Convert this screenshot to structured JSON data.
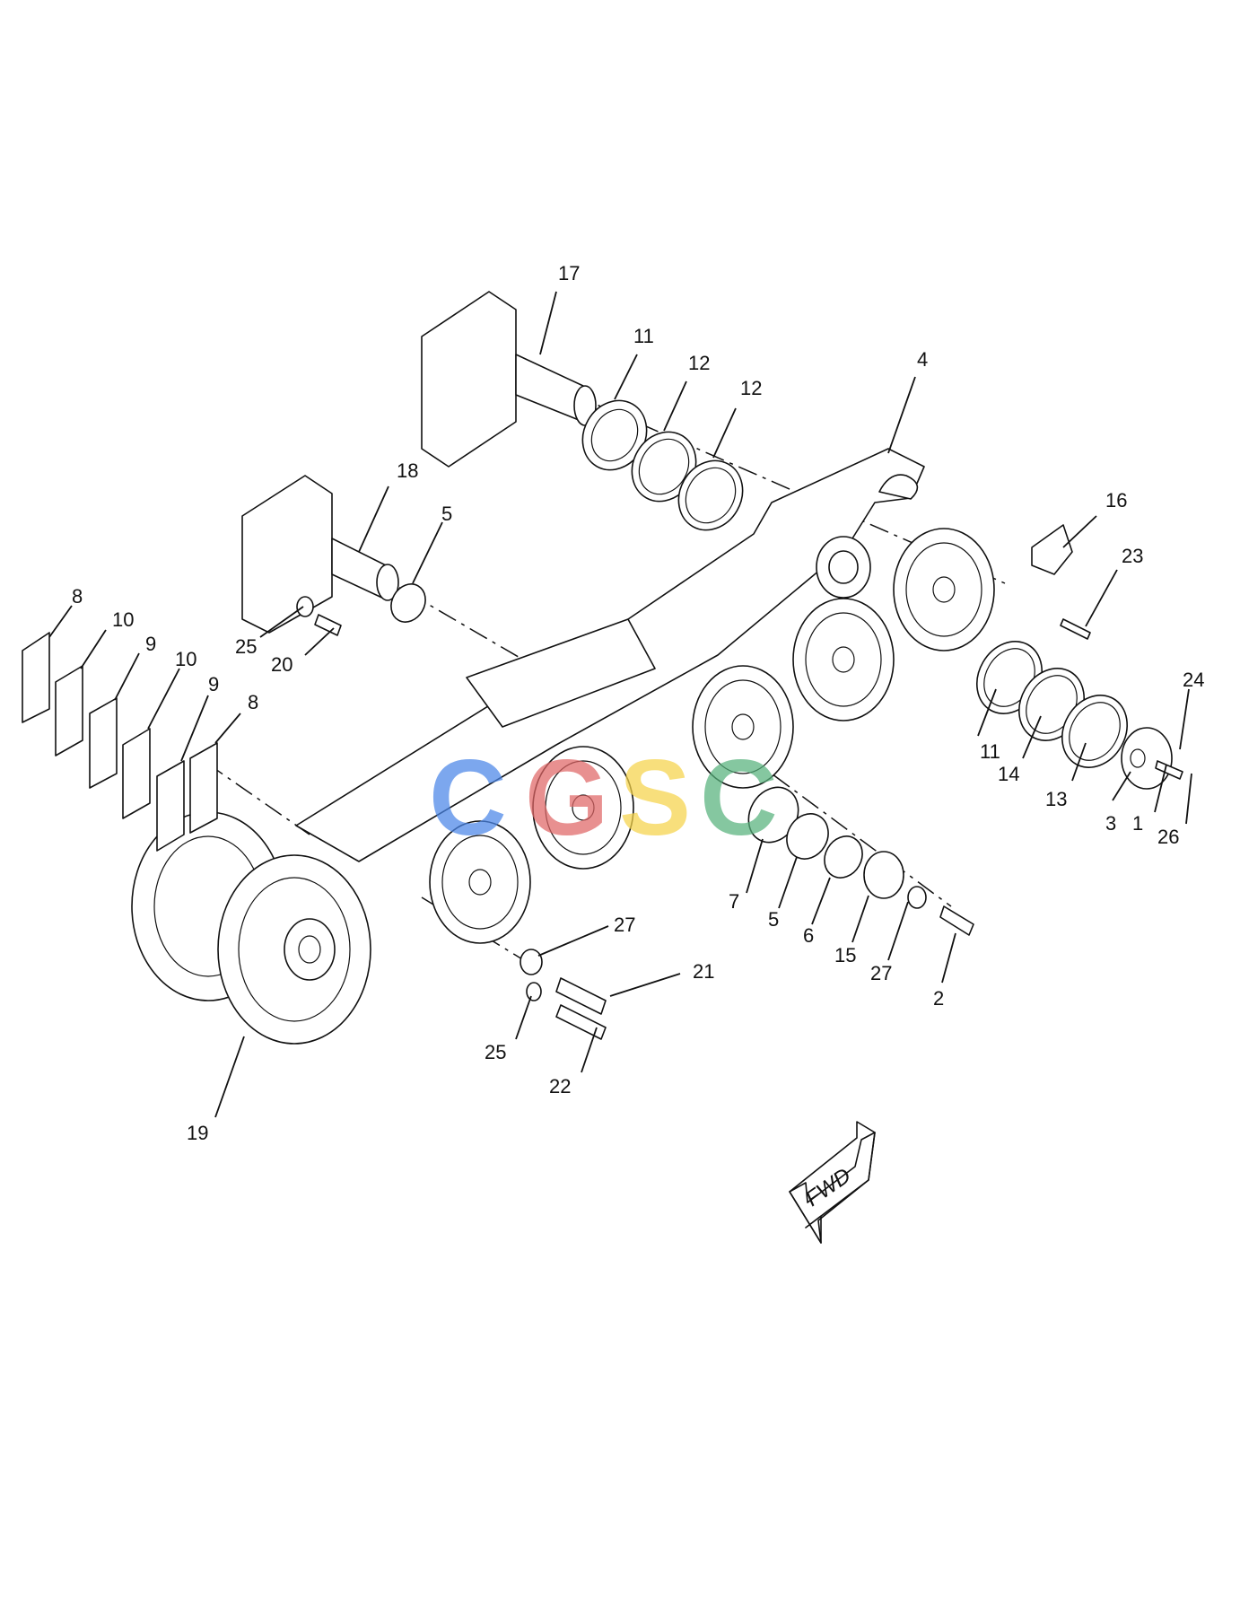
{
  "watermark": {
    "letters": [
      "C",
      "G",
      "S",
      "C"
    ],
    "colors": [
      "#4a86e8",
      "#e06666",
      "#f6d44a",
      "#57b27c"
    ]
  },
  "callouts": {
    "c17": "17",
    "c11a": "11",
    "c12a": "12",
    "c12b": "12",
    "c4": "4",
    "c18": "18",
    "c5a": "5",
    "c16": "16",
    "c23": "23",
    "c8a": "8",
    "c10a": "10",
    "c9a": "9",
    "c10b": "10",
    "c9b": "9",
    "c8b": "8",
    "c25a": "25",
    "c20": "20",
    "c24": "24",
    "c11b": "11",
    "c14": "14",
    "c13": "13",
    "c3": "3",
    "c1": "1",
    "c26": "26",
    "c7": "7",
    "c5b": "5",
    "c6": "6",
    "c15": "15",
    "c27a": "27",
    "c27b": "27",
    "c2": "2",
    "c21": "21",
    "c25b": "25",
    "c22": "22",
    "c19": "19"
  },
  "direction_arrow": {
    "label": "FWD"
  },
  "colors": {
    "line": "#111111",
    "paper": "#ffffff"
  }
}
